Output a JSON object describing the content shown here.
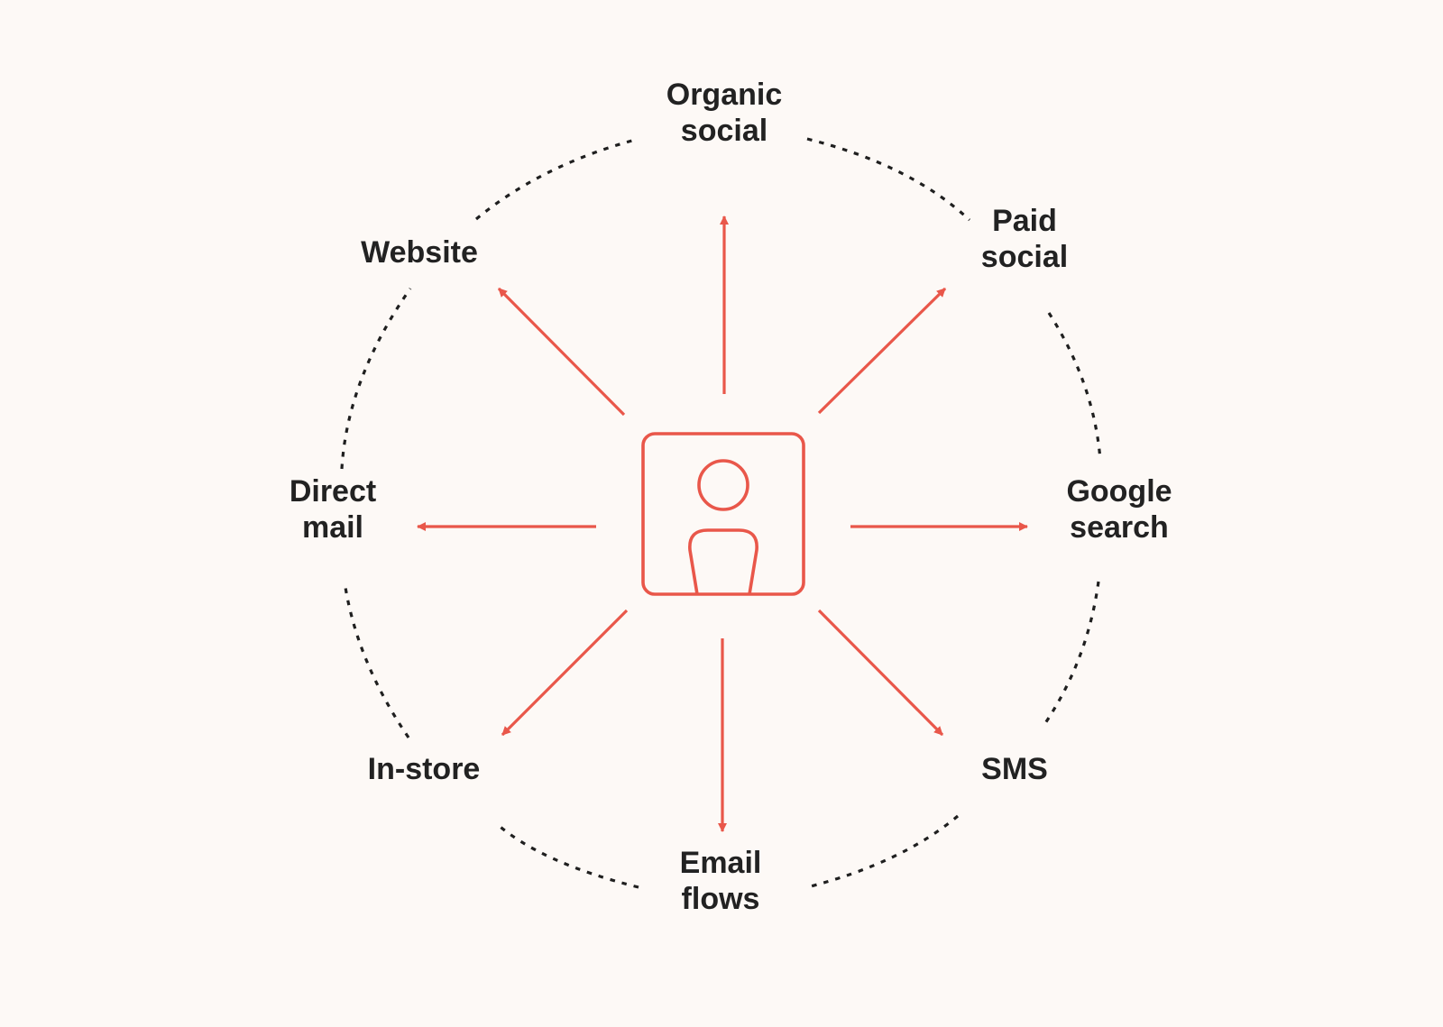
{
  "diagram": {
    "accent_color": "#e9574a",
    "ring_color": "#1f1f1f",
    "text_color": "#222222",
    "background_color": "#fdf9f6",
    "center_icon": "person-icon",
    "channels": [
      {
        "id": "organic-social",
        "lines": [
          "Organic",
          "social"
        ]
      },
      {
        "id": "paid-social",
        "lines": [
          "Paid",
          "social"
        ]
      },
      {
        "id": "google-search",
        "lines": [
          "Google",
          "search"
        ]
      },
      {
        "id": "sms",
        "lines": [
          "SMS"
        ]
      },
      {
        "id": "email-flows",
        "lines": [
          "Email",
          "flows"
        ]
      },
      {
        "id": "in-store",
        "lines": [
          "In-store"
        ]
      },
      {
        "id": "direct-mail",
        "lines": [
          "Direct",
          "mail"
        ]
      },
      {
        "id": "website",
        "lines": [
          "Website"
        ]
      }
    ]
  }
}
